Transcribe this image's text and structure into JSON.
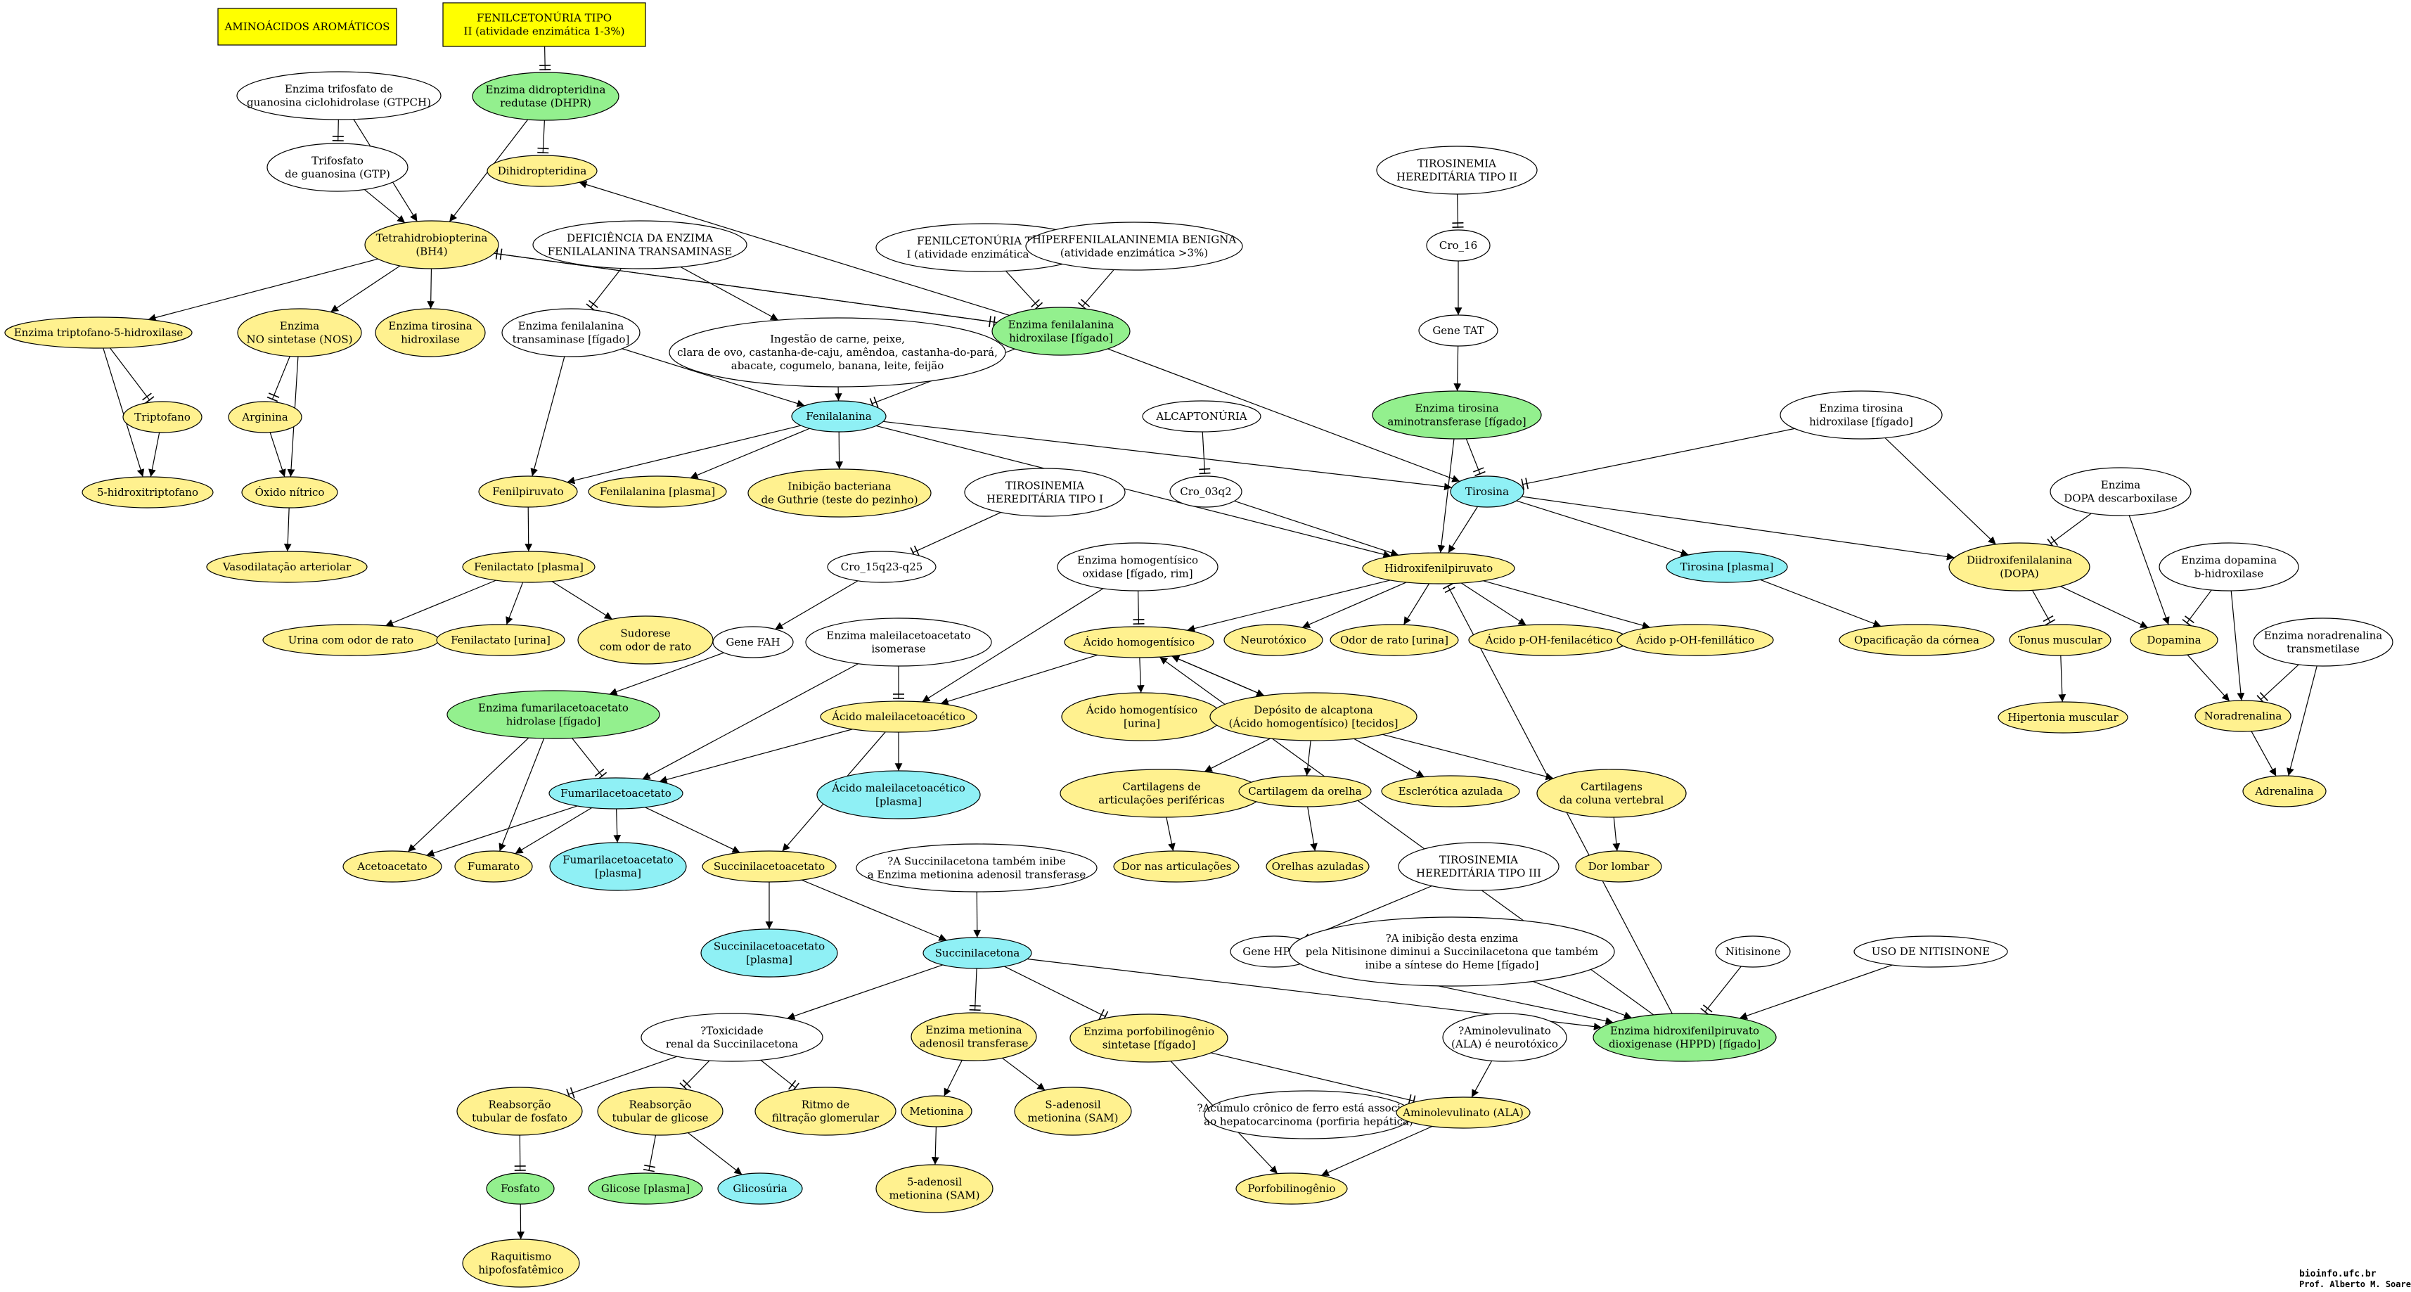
{
  "colors": {
    "white": "#ffffff",
    "yellow": "#fff18f",
    "green": "#93f08e",
    "cyan": "#8ff0f5",
    "header": "#ffff00",
    "red_text": "#ff0000",
    "black_text": "#000000"
  },
  "footer": {
    "line1": "bioinfo.ufc.br",
    "line2": "Prof. Alberto M. Soares"
  },
  "nodes": {
    "aminoacidos": {
      "lines": [
        "AMINOÁCIDOS AROMÁTICOS"
      ],
      "fill": "header",
      "shape": "box",
      "text_color": "red_text"
    },
    "fenil2": {
      "lines": [
        "FENILCETONÚRIA TIPO",
        "II (atividade enzimática 1-3%)"
      ],
      "fill": "header",
      "shape": "box"
    },
    "gtpch": {
      "lines": [
        "Enzima trifosfato de",
        "guanosina ciclohidrolase (GTPCH)"
      ],
      "fill": "white"
    },
    "dhpr": {
      "lines": [
        "Enzima didropteridina",
        "redutase (DHPR)"
      ],
      "fill": "green"
    },
    "gtp": {
      "lines": [
        "Trifosfato",
        "de guanosina (GTP)"
      ],
      "fill": "white"
    },
    "dihidro": {
      "lines": [
        "Dihidropteridina"
      ],
      "fill": "yellow"
    },
    "bh4": {
      "lines": [
        "Tetrahidrobiopterina",
        "(BH4)"
      ],
      "fill": "yellow"
    },
    "deficiencia": {
      "lines": [
        "DEFICIÊNCIA DA ENZIMA",
        "FENILALANINA TRANSAMINASE"
      ],
      "fill": "white"
    },
    "fenil1": {
      "lines": [
        "FENILCETONÚRIA TIPO",
        "I (atividade enzimática <1%)"
      ],
      "fill": "white"
    },
    "hiperfen": {
      "lines": [
        "HIPERFENILALANINEMIA BENIGNA",
        "(atividade enzimática >3%)"
      ],
      "fill": "white"
    },
    "tiro2": {
      "lines": [
        "TIROSINEMIA",
        "HEREDITÁRIA TIPO II"
      ],
      "fill": "white"
    },
    "cro16": {
      "lines": [
        "Cro_16"
      ],
      "fill": "white"
    },
    "gtat": {
      "lines": [
        "Gene TAT"
      ],
      "fill": "white"
    },
    "tph": {
      "lines": [
        "Enzima triptofano-5-hidroxilase"
      ],
      "fill": "yellow"
    },
    "nos": {
      "lines": [
        "Enzima",
        "NO sintetase (NOS)"
      ],
      "fill": "yellow"
    },
    "th_bh4": {
      "lines": [
        "Enzima tirosina",
        "hidroxilase"
      ],
      "fill": "yellow"
    },
    "fat": {
      "lines": [
        "Enzima fenilalanina",
        "transaminase [fígado]"
      ],
      "fill": "white"
    },
    "ingestao": {
      "lines": [
        "Ingestão de carne, peixe,",
        "clara de ovo, castanha-de-caju, amêndoa, castanha-do-pará,",
        "abacate, cogumelo, banana, leite, feijão"
      ],
      "fill": "white"
    },
    "pah": {
      "lines": [
        "Enzima fenilalanina",
        "hidroxilase [fígado]"
      ],
      "fill": "green"
    },
    "tat": {
      "lines": [
        "Enzima tirosina",
        "aminotransferase [fígado]"
      ],
      "fill": "green"
    },
    "th": {
      "lines": [
        "Enzima tirosina",
        "hidroxilase [fígado]"
      ],
      "fill": "white"
    },
    "triptofano": {
      "lines": [
        "Triptofano"
      ],
      "fill": "yellow"
    },
    "arginina": {
      "lines": [
        "Arginina"
      ],
      "fill": "yellow"
    },
    "fenilalanina": {
      "lines": [
        "Fenilalanina"
      ],
      "fill": "cyan"
    },
    "alcapt": {
      "lines": [
        "ALCAPTONÚRIA"
      ],
      "fill": "white"
    },
    "htp": {
      "lines": [
        "5-hidroxitriptofano"
      ],
      "fill": "yellow"
    },
    "oxido": {
      "lines": [
        "Óxido nítrico"
      ],
      "fill": "yellow"
    },
    "fenilpiruvato": {
      "lines": [
        "Fenilpiruvato"
      ],
      "fill": "yellow"
    },
    "fen_plasma": {
      "lines": [
        "Fenilalanina [plasma]"
      ],
      "fill": "yellow"
    },
    "guthrie": {
      "lines": [
        "Inibição bacteriana",
        "de Guthrie (teste do pezinho)"
      ],
      "fill": "yellow"
    },
    "tiro1": {
      "lines": [
        "TIROSINEMIA",
        "HEREDITÁRIA TIPO I"
      ],
      "fill": "white"
    },
    "cro3q2": {
      "lines": [
        "Cro_03q2"
      ],
      "fill": "white"
    },
    "tirosina": {
      "lines": [
        "Tirosina"
      ],
      "fill": "cyan"
    },
    "aadc": {
      "lines": [
        "Enzima",
        "DOPA descarboxilase"
      ],
      "fill": "white"
    },
    "vaso": {
      "lines": [
        "Vasodilatação arteriolar"
      ],
      "fill": "yellow"
    },
    "fenilactato": {
      "lines": [
        "Fenilactato [plasma]"
      ],
      "fill": "yellow"
    },
    "cro15": {
      "lines": [
        "Cro_15q23-q25"
      ],
      "fill": "white"
    },
    "hgo": {
      "lines": [
        "Enzima homogentísico",
        "oxidase [fígado, rim]"
      ],
      "fill": "white"
    },
    "hpp": {
      "lines": [
        "Hidroxifenilpiruvato"
      ],
      "fill": "yellow"
    },
    "tir_plasma": {
      "lines": [
        "Tirosina [plasma]"
      ],
      "fill": "cyan"
    },
    "dopa": {
      "lines": [
        "Diidroxifenilalanina",
        "(DOPA)"
      ],
      "fill": "yellow"
    },
    "dbh": {
      "lines": [
        "Enzima dopamina",
        "b-hidroxilase"
      ],
      "fill": "white"
    },
    "urina_rato": {
      "lines": [
        "Urina com odor de rato"
      ],
      "fill": "yellow"
    },
    "fenilactato_urina": {
      "lines": [
        "Fenilactato [urina]"
      ],
      "fill": "yellow"
    },
    "sudorese": {
      "lines": [
        "Sudorese",
        "com odor de rato"
      ],
      "fill": "yellow"
    },
    "gfah": {
      "lines": [
        "Gene FAH"
      ],
      "fill": "white"
    },
    "mai": {
      "lines": [
        "Enzima maleilacetoacetato",
        "isomerase"
      ],
      "fill": "white"
    },
    "homog": {
      "lines": [
        "Ácido homogentísico"
      ],
      "fill": "yellow"
    },
    "neurotox": {
      "lines": [
        "Neurotóxico"
      ],
      "fill": "yellow"
    },
    "odor_urina": {
      "lines": [
        "Odor de rato [urina]"
      ],
      "fill": "yellow"
    },
    "ohfenilac": {
      "lines": [
        "Ácido p-OH-fenilacético"
      ],
      "fill": "yellow"
    },
    "ohfenillat": {
      "lines": [
        "Ácido p-OH-fenillático"
      ],
      "fill": "yellow"
    },
    "opac": {
      "lines": [
        "Opacificação da córnea"
      ],
      "fill": "yellow"
    },
    "tonus": {
      "lines": [
        "Tonus muscular"
      ],
      "fill": "yellow"
    },
    "dopamina": {
      "lines": [
        "Dopamina"
      ],
      "fill": "yellow"
    },
    "pnmt": {
      "lines": [
        "Enzima noradrenalina",
        "transmetilase"
      ],
      "fill": "white"
    },
    "fah": {
      "lines": [
        "Enzima fumarilacetoacetato",
        "hidrolase [fígado]"
      ],
      "fill": "green"
    },
    "maleil": {
      "lines": [
        "Ácido maleilacetoacético"
      ],
      "fill": "yellow"
    },
    "homog_urina": {
      "lines": [
        "Ácido homogentísico",
        "[urina]"
      ],
      "fill": "yellow"
    },
    "deposito": {
      "lines": [
        "Depósito de alcaptona",
        "(Ácido homogentísico) [tecidos]"
      ],
      "fill": "yellow"
    },
    "hipert": {
      "lines": [
        "Hipertonia muscular"
      ],
      "fill": "yellow"
    },
    "noradr": {
      "lines": [
        "Noradrenalina"
      ],
      "fill": "yellow"
    },
    "fumaril": {
      "lines": [
        "Fumarilacetoacetato"
      ],
      "fill": "cyan"
    },
    "maleil_plasma": {
      "lines": [
        "Ácido maleilacetoacético",
        "[plasma]"
      ],
      "fill": "cyan"
    },
    "cart_perif": {
      "lines": [
        "Cartilagens de",
        "articulações periféricas"
      ],
      "fill": "yellow"
    },
    "cart_orelha": {
      "lines": [
        "Cartilagem da orelha"
      ],
      "fill": "yellow"
    },
    "escler": {
      "lines": [
        "Esclerótica azulada"
      ],
      "fill": "yellow"
    },
    "cart_coluna": {
      "lines": [
        "Cartilagens",
        "da coluna vertebral"
      ],
      "fill": "yellow"
    },
    "adrenalina": {
      "lines": [
        "Adrenalina"
      ],
      "fill": "yellow"
    },
    "acetoac": {
      "lines": [
        "Acetoacetato"
      ],
      "fill": "yellow"
    },
    "fumarato": {
      "lines": [
        "Fumarato"
      ],
      "fill": "yellow"
    },
    "fumaril_plasma": {
      "lines": [
        "Fumarilacetoacetato",
        "[plasma]"
      ],
      "fill": "cyan"
    },
    "succinilacetoac": {
      "lines": [
        "Succinilacetoacetato"
      ],
      "fill": "yellow"
    },
    "nota_sa": {
      "lines": [
        "?A Succinilacetona também inibe",
        "a Enzima metionina adenosil transferase"
      ],
      "fill": "white"
    },
    "dor_artic": {
      "lines": [
        "Dor nas articulações"
      ],
      "fill": "yellow"
    },
    "orelhas": {
      "lines": [
        "Orelhas azuladas"
      ],
      "fill": "yellow"
    },
    "tiro3": {
      "lines": [
        "TIROSINEMIA",
        "HEREDITÁRIA TIPO III"
      ],
      "fill": "white"
    },
    "dor_lombar": {
      "lines": [
        "Dor lombar"
      ],
      "fill": "yellow"
    },
    "succ_plasma": {
      "lines": [
        "Succinilacetoacetato",
        "[plasma]"
      ],
      "fill": "cyan"
    },
    "succinilacetona": {
      "lines": [
        "Succinilacetona"
      ],
      "fill": "cyan"
    },
    "ghppd": {
      "lines": [
        "Gene HPPD"
      ],
      "fill": "white"
    },
    "nota_nitis": {
      "lines": [
        "?A inibição desta enzima",
        "pela Nitisinone diminui a Succinilacetona que também",
        "inibe a síntese do Heme [fígado]"
      ],
      "fill": "white"
    },
    "nitisinone": {
      "lines": [
        "Nitisinone"
      ],
      "fill": "white"
    },
    "uso_nitis": {
      "lines": [
        "USO DE NITISINONE"
      ],
      "fill": "white"
    },
    "toxic": {
      "lines": [
        "?Toxicidade",
        "renal da Succinilacetona"
      ],
      "fill": "white",
      "text_color": "red_text"
    },
    "mat": {
      "lines": [
        "Enzima metionina",
        "adenosil transferase"
      ],
      "fill": "yellow"
    },
    "pbgs": {
      "lines": [
        "Enzima porfobilinogênio",
        "sintetase [fígado]"
      ],
      "fill": "yellow"
    },
    "ala_neuro": {
      "lines": [
        "?Aminolevulinato",
        "(ALA) é neurotóxico"
      ],
      "fill": "white"
    },
    "hppd": {
      "lines": [
        "Enzima hidroxifenilpiruvato",
        "dioxigenase (HPPD) [fígado]"
      ],
      "fill": "green"
    },
    "reab_fosf": {
      "lines": [
        "Reabsorção",
        "tubular de fosfato"
      ],
      "fill": "yellow"
    },
    "reab_glic": {
      "lines": [
        "Reabsorção",
        "tubular de glicose"
      ],
      "fill": "yellow"
    },
    "ritmo": {
      "lines": [
        "Ritmo de",
        "filtração glomerular"
      ],
      "fill": "yellow"
    },
    "metionina": {
      "lines": [
        "Metionina"
      ],
      "fill": "yellow"
    },
    "sam1": {
      "lines": [
        "S-adenosil",
        "metionina (SAM)"
      ],
      "fill": "yellow"
    },
    "ferro": {
      "lines": [
        "?Acúmulo crônico de ferro está associado",
        "ao hepatocarcinoma (porfiria hepática)"
      ],
      "fill": "white"
    },
    "ala": {
      "lines": [
        "Aminolevulinato (ALA)"
      ],
      "fill": "yellow"
    },
    "fosfato": {
      "lines": [
        "Fosfato"
      ],
      "fill": "green"
    },
    "glic_plasma": {
      "lines": [
        "Glicose [plasma]"
      ],
      "fill": "green"
    },
    "glicosuria": {
      "lines": [
        "Glicosúria"
      ],
      "fill": "cyan"
    },
    "sam2": {
      "lines": [
        "5-adenosil",
        "metionina (SAM)"
      ],
      "fill": "yellow"
    },
    "porfobil": {
      "lines": [
        "Porfobilinogênio"
      ],
      "fill": "yellow"
    },
    "raquit": {
      "lines": [
        "Raquitismo",
        "hipofosfatêmico"
      ],
      "fill": "yellow"
    }
  }
}
